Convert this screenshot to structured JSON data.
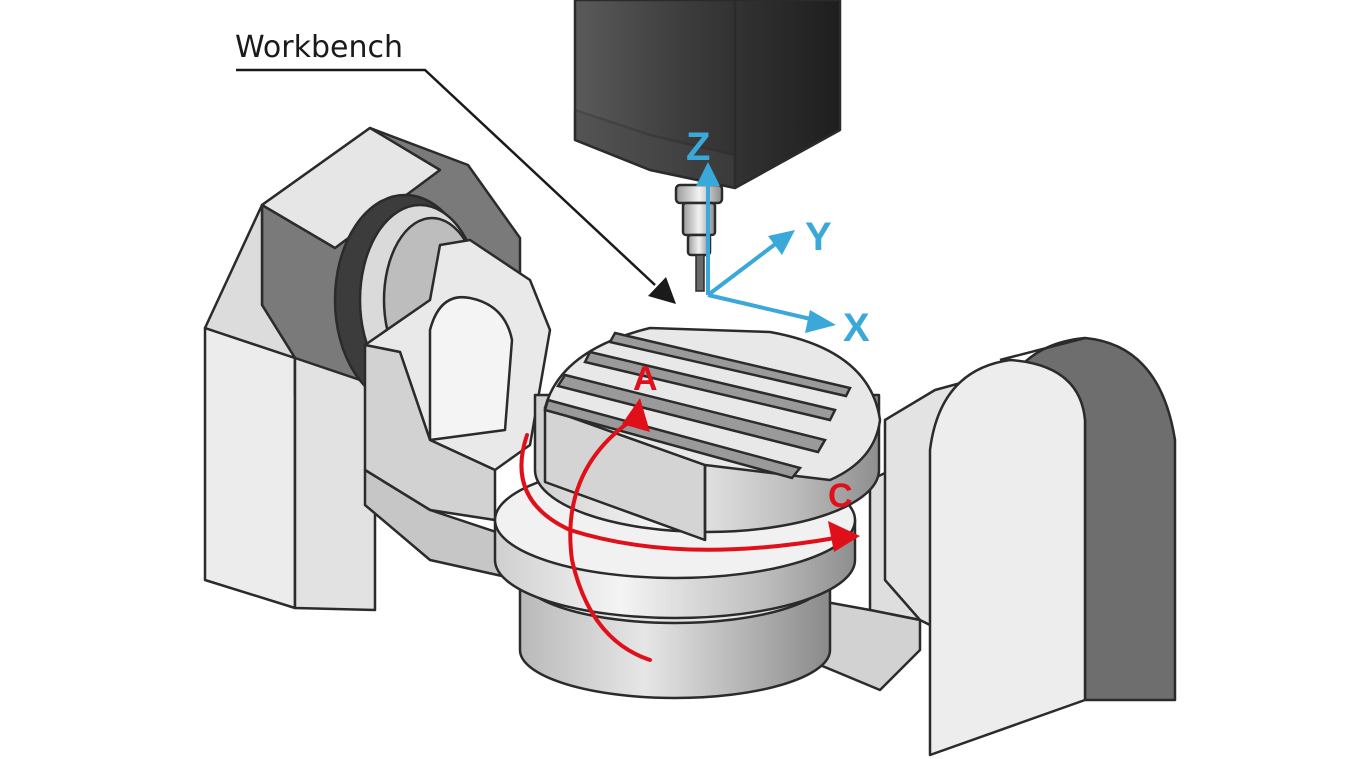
{
  "callout": {
    "label": "Workbench"
  },
  "axes": {
    "linear": [
      {
        "id": "z",
        "label": "Z"
      },
      {
        "id": "y",
        "label": "Y"
      },
      {
        "id": "x",
        "label": "X"
      }
    ],
    "rotary": [
      {
        "id": "a",
        "label": "A"
      },
      {
        "id": "c",
        "label": "C"
      }
    ]
  },
  "colors": {
    "linear_axis": "#3aa8d8",
    "rotary_axis": "#e0101b",
    "spindle": "#3a3a3a",
    "metal_light": "#ececec",
    "metal_shadow": "#6e6e6e",
    "outline": "#2b2b2b"
  }
}
